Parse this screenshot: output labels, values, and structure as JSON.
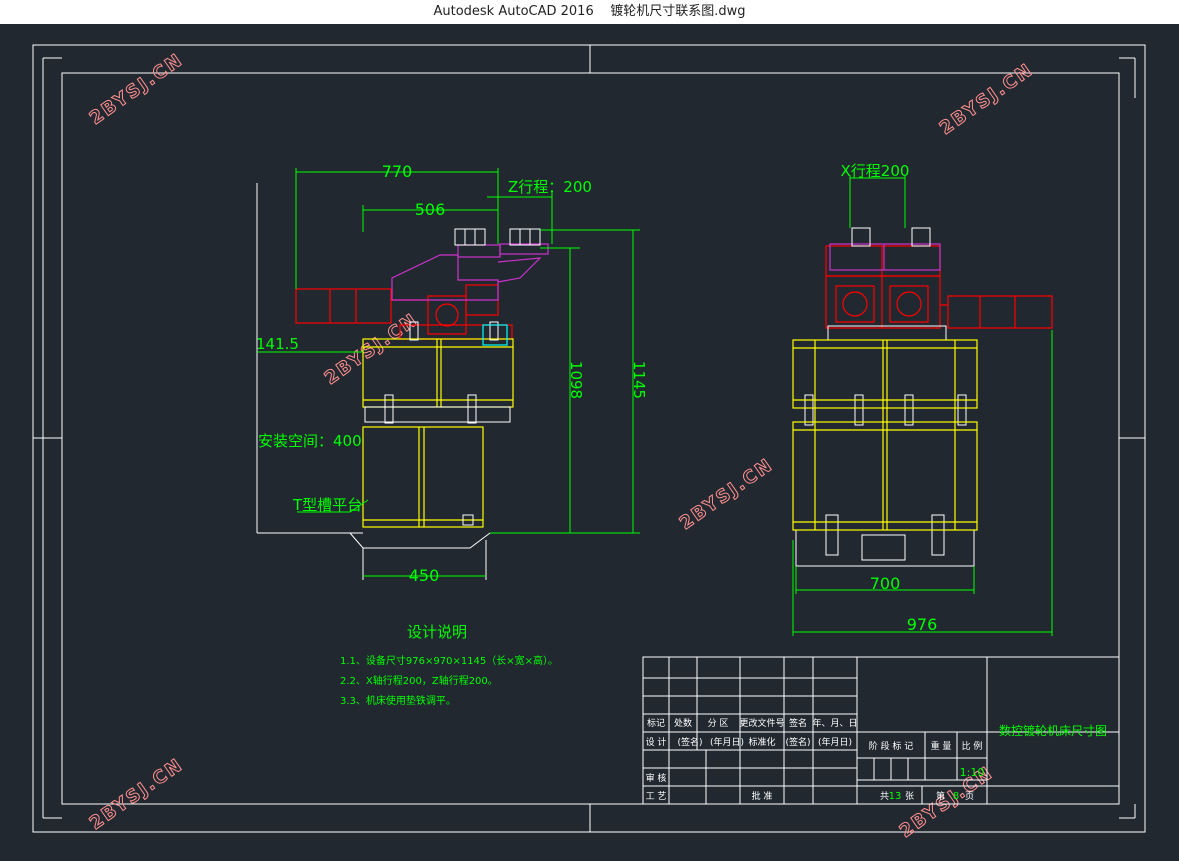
{
  "window": {
    "title": "Autodesk AutoCAD 2016    镀轮机尺寸联系图.dwg"
  },
  "colors": {
    "background": "#212830",
    "line": "#ffffff",
    "dimension": "#00ff00",
    "frame": "#ffff00",
    "part": "#ff0000",
    "moving": "#cc33cc",
    "accent": "#00ffff",
    "watermark": "#ff9090"
  },
  "watermark": "2BYSJ.CN",
  "side_view": {
    "dim_770": "770",
    "dim_506": "506",
    "dim_z_stroke": "Z行程：200",
    "dim_141_5": "141.5",
    "dim_1098": "1098",
    "dim_1145": "1145",
    "install_space": "安装空间：400",
    "t_slot_platform": "T型槽平台",
    "dim_450": "450"
  },
  "front_view": {
    "dim_x_stroke": "X行程200",
    "dim_700": "700",
    "dim_976": "976"
  },
  "notes": {
    "title": "设计说明",
    "items": [
      "1.1、设备尺寸976×970×1145（长×宽×高）。",
      "2.2、X轴行程200，Z轴行程200。",
      "3.3、机床使用垫铁调平。"
    ]
  },
  "title_block": {
    "drawing_name": "数控镀轮机床尺寸图",
    "h_mark": "标记",
    "h_count": "处数",
    "h_zone": "分 区",
    "h_docno": "更改文件号",
    "h_sign": "签名",
    "h_date": "年、月、日",
    "r_design": "设 计",
    "r_design_sign": "(签名)",
    "r_design_date": "(年月日)",
    "r_std": "标准化",
    "r_std_sign": "(签名)",
    "r_std_date": "(年月日)",
    "r_review": "审 核",
    "r_process": "工 艺",
    "r_approve": "批 准",
    "stage_mark": "阶 段 标 记",
    "weight": "重 量",
    "scale_label": "比 例",
    "scale": "1:10",
    "total_label": "共",
    "total": "13",
    "sheet_unit": "张",
    "page_label": "第",
    "page": "8",
    "page_unit": "页"
  }
}
